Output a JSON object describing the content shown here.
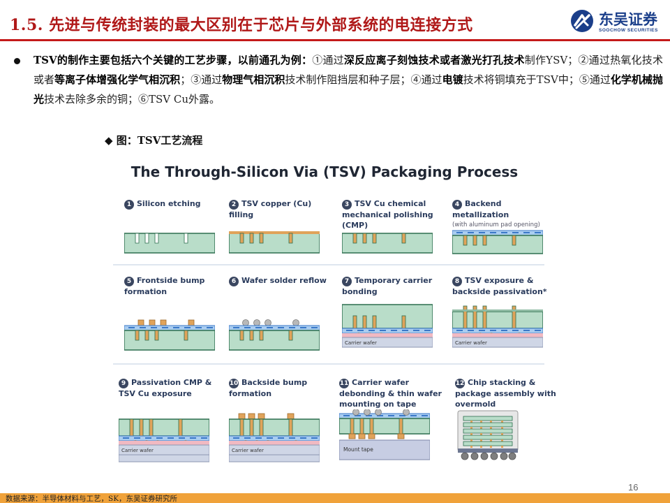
{
  "header": {
    "title": "1.5. 先进与传统封装的最大区别在于芯片与外部系统的电连接方式",
    "logo_cn": "东吴证券",
    "logo_en": "SOOCHOW SECURITIES"
  },
  "bullet": {
    "seg1_bold": "TSV的制作主要包括六个关键的工艺步骤，以前通孔为例：",
    "seg2": "①通过",
    "seg3_bold": "深反应离子刻蚀技术或者激光打孔技术",
    "seg4": "制作YSV；②通过热氧化技术或者",
    "seg5_bold": "等离子体增强化学气相沉积",
    "seg6": "；③通过",
    "seg7_bold": "物理气相沉积",
    "seg8": "技术制作阻挡层和种子层；④通过",
    "seg9_bold": "电镀",
    "seg10": "技术将铜填充于TSV中；⑤通过",
    "seg11_bold": "化学机械抛光",
    "seg12": "技术去除多余的铜；⑥TSV Cu外露。"
  },
  "figure_caption": "◆ 图：TSV工艺流程",
  "figure": {
    "title": "The Through-Silicon Via (TSV) Packaging Process",
    "carrier_wafer_label": "Carrier wafer",
    "mount_tape_label": "Mount tape",
    "steps": [
      {
        "num": "1",
        "label": "Silicon etching",
        "sub": ""
      },
      {
        "num": "2",
        "label": "TSV copper (Cu) filling",
        "sub": ""
      },
      {
        "num": "3",
        "label": "TSV Cu chemical mechanical polishing (CMP)",
        "sub": ""
      },
      {
        "num": "4",
        "label": "Backend metallization",
        "sub": "(with aluminum pad opening)"
      },
      {
        "num": "5",
        "label": "Frontside bump formation",
        "sub": ""
      },
      {
        "num": "6",
        "label": "Wafer solder reflow",
        "sub": ""
      },
      {
        "num": "7",
        "label": "Temporary carrier bonding",
        "sub": ""
      },
      {
        "num": "8",
        "label": "TSV exposure & backside passivation*",
        "sub": ""
      },
      {
        "num": "9",
        "label": "Passivation CMP & TSV Cu exposure",
        "sub": ""
      },
      {
        "num": "10",
        "label": "Backside bump formation",
        "sub": ""
      },
      {
        "num": "11",
        "label": "Carrier wafer debonding & thin wafer mounting on tape",
        "sub": ""
      },
      {
        "num": "12",
        "label": "Chip stacking & package assembly with overmold",
        "sub": ""
      }
    ],
    "colors": {
      "silicon": "#b9ddc9",
      "silicon_edge": "#2d6e4f",
      "copper": "#e0a35a",
      "metal_layer": "#3a78c8",
      "carrier": "#cfd6e6",
      "adhesive": "#f1b9c2",
      "solder": "#b8b8b8",
      "tape": "#c7cde3"
    }
  },
  "page_number": "16",
  "footer": "数据来源：半导体材料与工艺，SK，东吴证券研究所"
}
